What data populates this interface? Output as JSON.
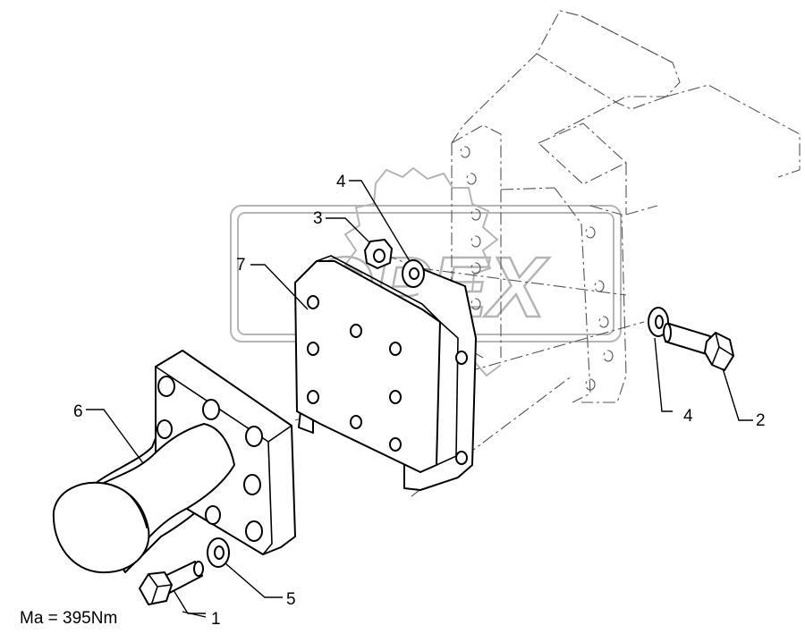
{
  "diagram": {
    "callouts": [
      {
        "id": "1",
        "label": "1"
      },
      {
        "id": "2",
        "label": "2"
      },
      {
        "id": "3",
        "label": "3"
      },
      {
        "id": "4a",
        "label": "4"
      },
      {
        "id": "4b",
        "label": "4"
      },
      {
        "id": "5",
        "label": "5"
      },
      {
        "id": "6",
        "label": "6"
      },
      {
        "id": "7",
        "label": "7"
      }
    ],
    "torque_note": "Ma = 395Nm",
    "watermark": "OPEX"
  }
}
